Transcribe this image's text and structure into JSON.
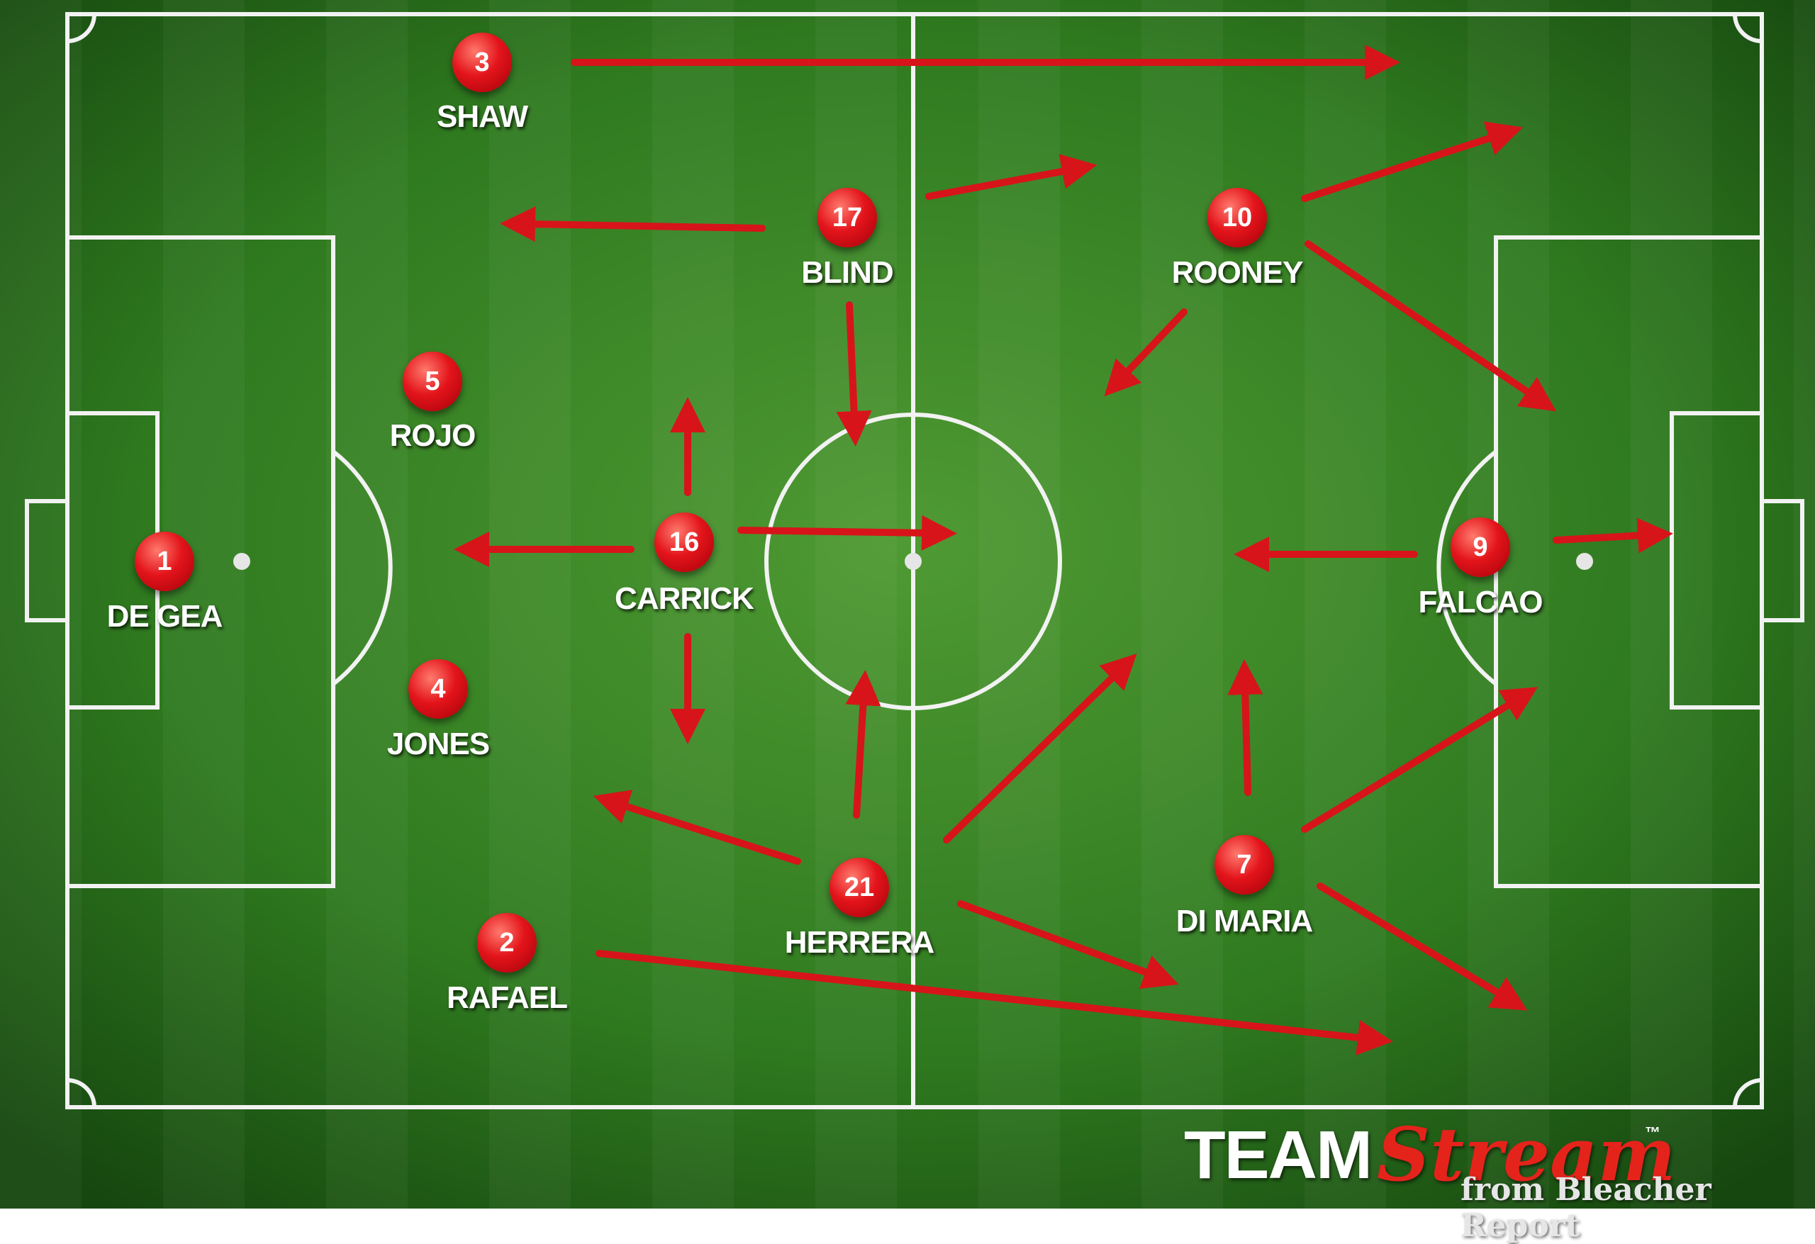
{
  "diagram": {
    "pitch_color": "#2f7a1f",
    "line_color": "#f2f2f2",
    "arrow_color": "#d7141a",
    "players": [
      {
        "number": "1",
        "name": "DE GEA"
      },
      {
        "number": "3",
        "name": "SHAW"
      },
      {
        "number": "5",
        "name": "ROJO"
      },
      {
        "number": "4",
        "name": "JONES"
      },
      {
        "number": "2",
        "name": "RAFAEL"
      },
      {
        "number": "17",
        "name": "BLIND"
      },
      {
        "number": "16",
        "name": "CARRICK"
      },
      {
        "number": "21",
        "name": "HERRERA"
      },
      {
        "number": "10",
        "name": "ROONEY"
      },
      {
        "number": "7",
        "name": "DI MARIA"
      },
      {
        "number": "9",
        "name": "FALCAO"
      }
    ]
  },
  "branding": {
    "team": "TEAM",
    "stream": "Stream",
    "tm": "™",
    "sub": "from Bleacher Report"
  }
}
